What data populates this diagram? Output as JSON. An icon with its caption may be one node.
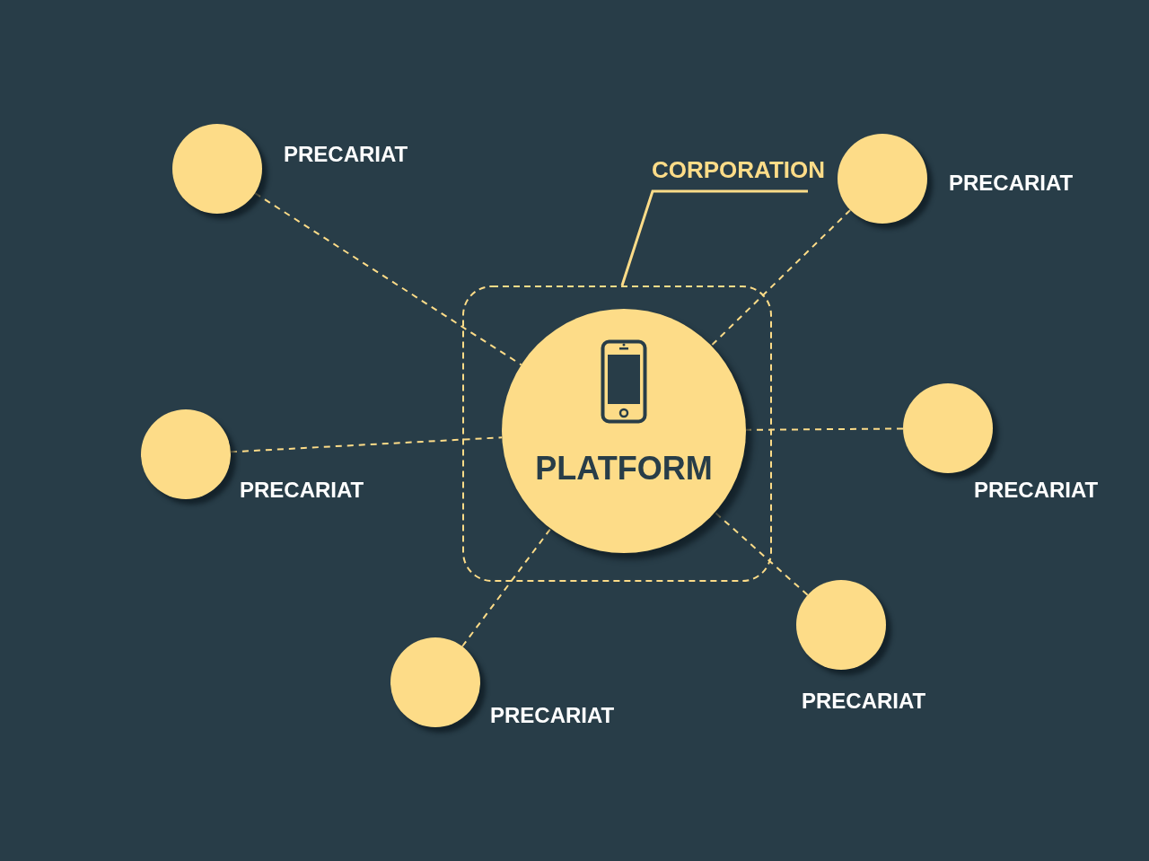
{
  "diagram": {
    "nodes": [
      {
        "text": [
          "CORPORATION"
        ]
      },
      {
        "text": [],
        "shape": "box"
      },
      {
        "text": [
          "PLATFORM"
        ],
        "in": 1
      },
      {
        "text": [],
        "shape": "circle",
        "beside": [
          "PRECARIAT"
        ]
      },
      {
        "text": [],
        "shape": "circle",
        "beside": [
          "PRECARIAT"
        ]
      },
      {
        "text": [],
        "shape": "circle",
        "beside": [
          "PRECARIAT"
        ]
      },
      {
        "text": [],
        "shape": "circle",
        "beside": [
          "PRECARIAT"
        ]
      },
      {
        "text": [],
        "shape": "circle",
        "beside": [
          "PRECARIAT"
        ]
      },
      {
        "text": [],
        "shape": "circle",
        "beside": [
          "PRECARIAT"
        ]
      }
    ],
    "edges": [
      {
        "from": 0,
        "to": 1,
        "arrow": "none"
      },
      {
        "from": 3,
        "to": 2,
        "arrow": "none",
        "style": "dashed"
      },
      {
        "from": 4,
        "to": 2,
        "arrow": "none",
        "style": "dashed"
      },
      {
        "from": 5,
        "to": 2,
        "arrow": "none",
        "style": "dashed"
      },
      {
        "from": 6,
        "to": 2,
        "arrow": "none",
        "style": "dashed"
      },
      {
        "from": 7,
        "to": 2,
        "arrow": "none",
        "style": "dashed"
      },
      {
        "from": 8,
        "to": 2,
        "arrow": "none",
        "style": "dashed"
      }
    ]
  }
}
